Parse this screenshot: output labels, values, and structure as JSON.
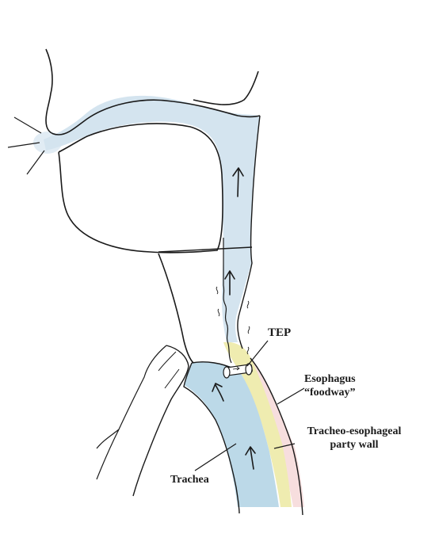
{
  "labels": {
    "tep": "TEP",
    "esophagus_line1": "Esophagus",
    "esophagus_line2": "“foodway”",
    "tracheo_line1": "Tracheo-esophageal",
    "tracheo_line2": "party wall",
    "trachea": "Trachea"
  },
  "colors": {
    "airflow": "#d4e4ef",
    "trachea": "#bcd9e8",
    "party_wall": "#efecb0",
    "esophagus": "#f7dede",
    "outline": "#1a1a1a"
  }
}
